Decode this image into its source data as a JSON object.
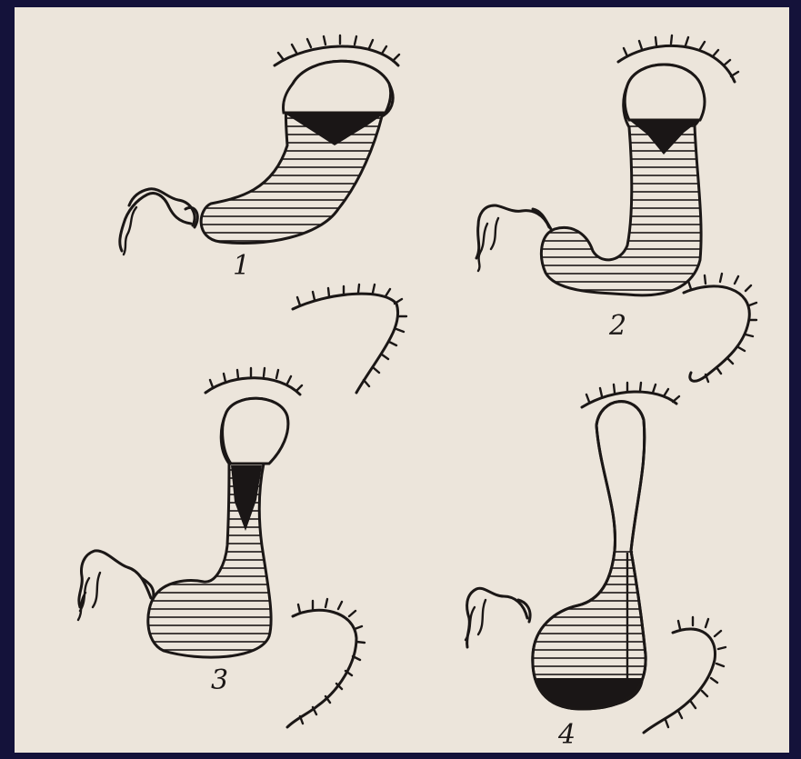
{
  "figures": [
    {
      "label": "1",
      "gas_color": "#1a1616",
      "fill_color": "#1a1616"
    },
    {
      "label": "2",
      "gas_color": "#1a1616",
      "fill_color": "#1a1616"
    },
    {
      "label": "3",
      "gas_color": "#1a1616",
      "fill_color": "#1a1616"
    },
    {
      "label": "4",
      "gas_color": "#1a1616",
      "fill_color": "#1a1616"
    }
  ],
  "colors": {
    "border": "#14123a",
    "paper": "#ece5db",
    "ink": "#1b1716"
  }
}
